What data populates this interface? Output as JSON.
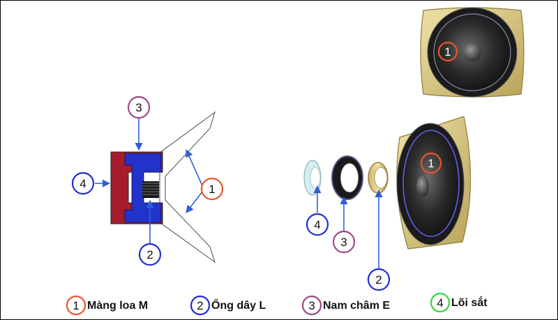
{
  "colors": {
    "membrane": "#e8552b",
    "coil": "#1f2dd6",
    "magnet": "#9a4a86",
    "core": "#35d63a",
    "arrow": "#2f5fd8",
    "outer_magnet": "#a51d2d",
    "inner_blue": "#2233cc",
    "frame_gold": "#d7c98a"
  },
  "legend": [
    {
      "number": "1",
      "label": "Màng loa M",
      "color": "#e8552b"
    },
    {
      "number": "2",
      "label": "Ống dây L",
      "color": "#1f2dd6"
    },
    {
      "number": "3",
      "label": "Nam châm E",
      "color": "#9a4a86"
    },
    {
      "number": "4",
      "label": "Lõi sắt",
      "color": "#35d63a"
    }
  ],
  "callouts": {
    "schematic": {
      "membrane": "1",
      "coil": "2",
      "magnet": "3",
      "core": "4"
    },
    "exploded": {
      "core": "4",
      "magnet": "3",
      "coil": "2",
      "cone": "1"
    },
    "front": {
      "cone": "1"
    }
  }
}
